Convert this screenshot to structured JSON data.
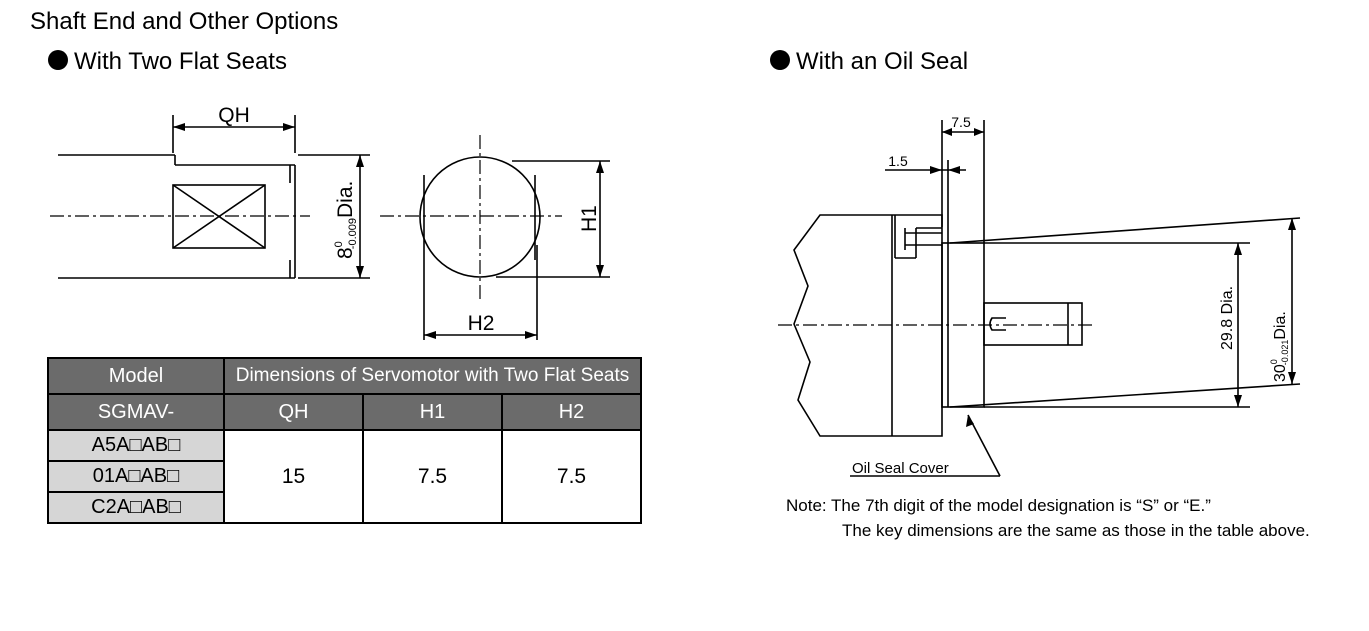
{
  "page": {
    "title": "Shaft End and Other Options",
    "left_heading": "With Two Flat Seats",
    "right_heading": "With an Oil Seal"
  },
  "left_drawing": {
    "qh_label": "QH",
    "dia_label_main": "8",
    "dia_tol_upper": "0",
    "dia_tol_lower": "-0.009",
    "dia_suffix": "Dia.",
    "h1_label": "H1",
    "h2_label": "H2"
  },
  "table": {
    "header_model": "Model",
    "header_model_prefix": "SGMAV-",
    "header_group": "Dimensions of Servomotor with Two Flat Seats",
    "columns": [
      "QH",
      "H1",
      "H2"
    ],
    "models": [
      "A5A□AB□",
      "01A□AB□",
      "C2A□AB□"
    ],
    "values": [
      "15",
      "7.5",
      "7.5"
    ]
  },
  "right_drawing": {
    "dim_top": "7.5",
    "dim_small": "1.5",
    "inner_dia": "29.8 Dia.",
    "outer_dia_main": "30",
    "outer_tol_upper": "0",
    "outer_tol_lower": "-0.021",
    "outer_suffix": "Dia.",
    "cover_label": "Oil Seal Cover"
  },
  "note": {
    "line1": "Note: The 7th digit of the model designation is “S” or “E.”",
    "line2": "The key dimensions are the same as those in the table above."
  }
}
